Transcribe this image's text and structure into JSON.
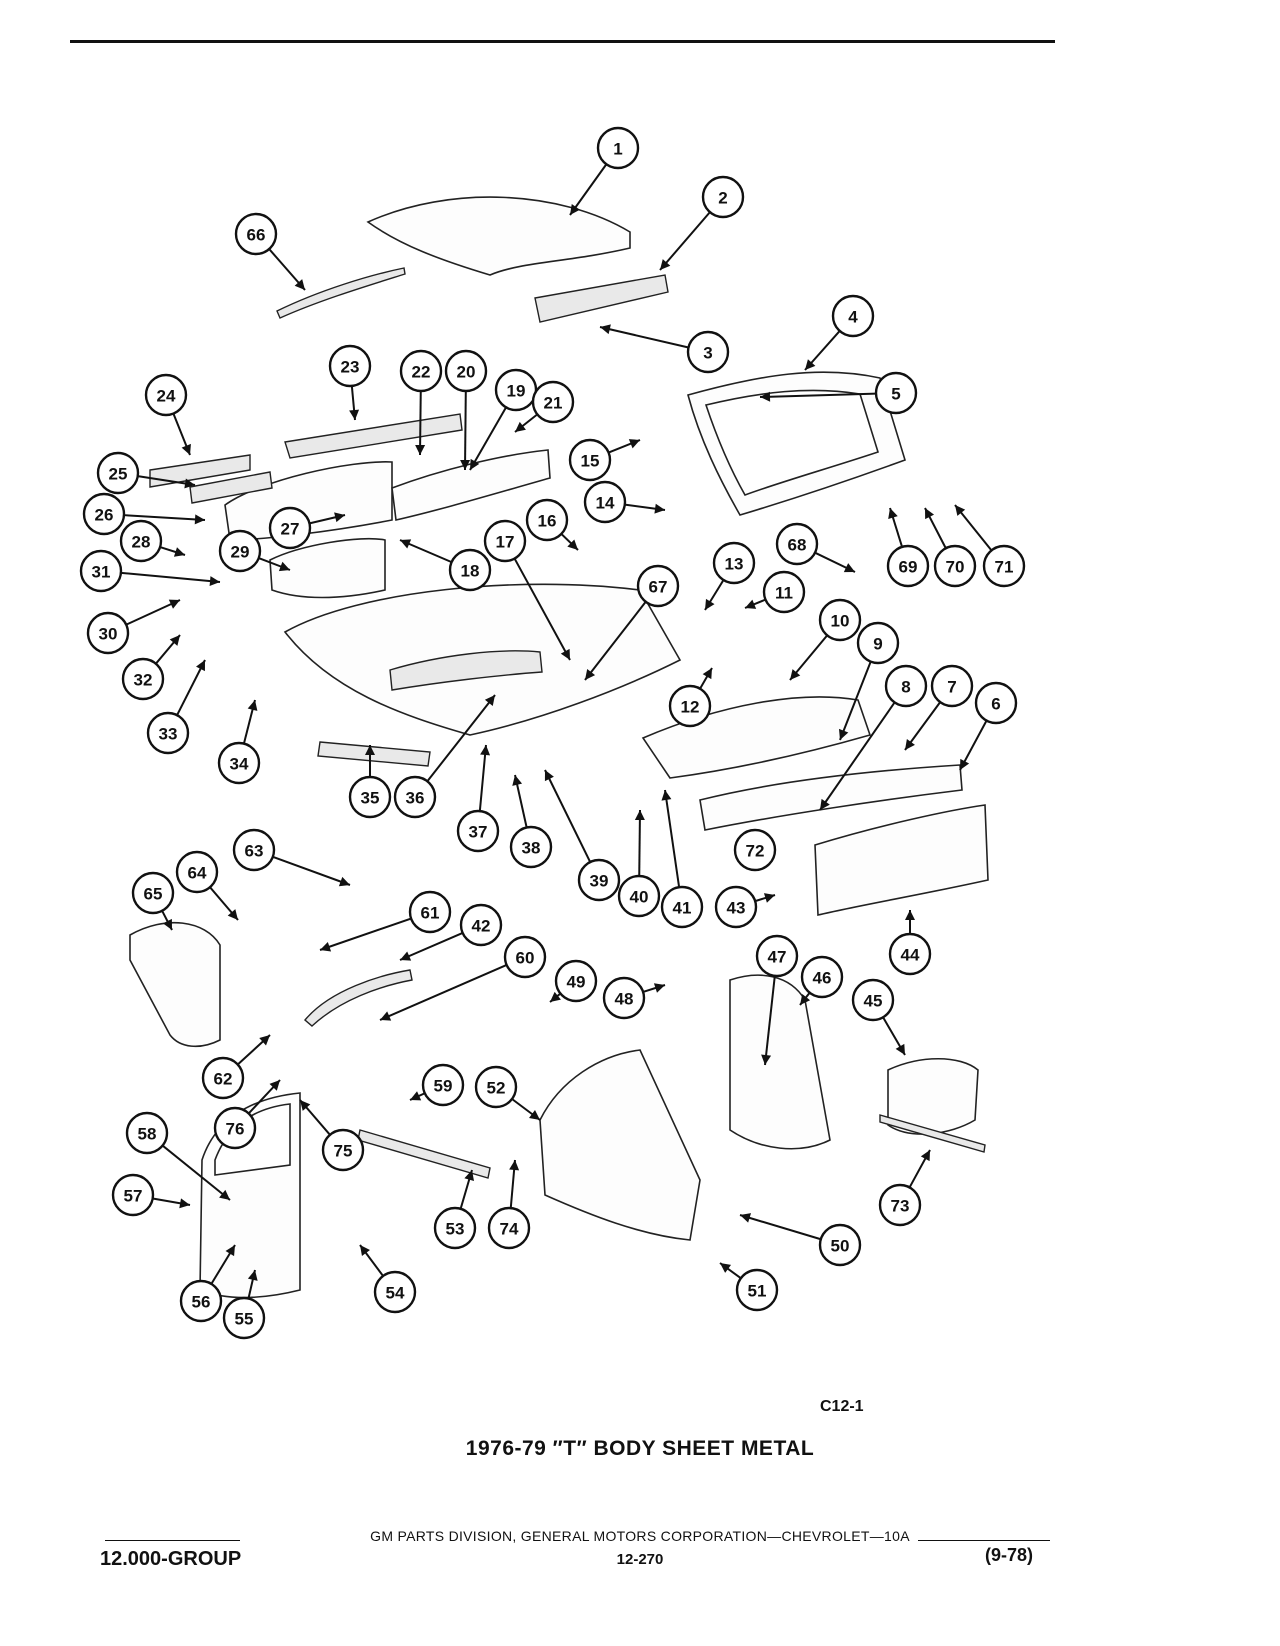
{
  "diagram": {
    "type": "exploded-parts-view",
    "callouts": [
      "1",
      "2",
      "3",
      "4",
      "5",
      "6",
      "7",
      "8",
      "9",
      "10",
      "11",
      "12",
      "13",
      "14",
      "15",
      "16",
      "17",
      "18",
      "19",
      "20",
      "21",
      "22",
      "23",
      "24",
      "25",
      "26",
      "27",
      "28",
      "29",
      "30",
      "31",
      "32",
      "33",
      "34",
      "35",
      "36",
      "37",
      "38",
      "39",
      "40",
      "41",
      "42",
      "43",
      "44",
      "45",
      "46",
      "47",
      "48",
      "49",
      "50",
      "51",
      "52",
      "53",
      "54",
      "55",
      "56",
      "57",
      "58",
      "59",
      "60",
      "61",
      "62",
      "63",
      "64",
      "65",
      "66",
      "67",
      "68",
      "69",
      "70",
      "71",
      "72",
      "73",
      "74",
      "75",
      "76"
    ]
  },
  "figure_code": "C12-1",
  "figure_title": "1976-79 ″T″ BODY SHEET METAL",
  "footer": {
    "publisher": "GM PARTS DIVISION, GENERAL MOTORS CORPORATION—CHEVROLET—10A",
    "group": "12.000-GROUP",
    "page_number": "12-270",
    "revision": "(9-78)"
  }
}
